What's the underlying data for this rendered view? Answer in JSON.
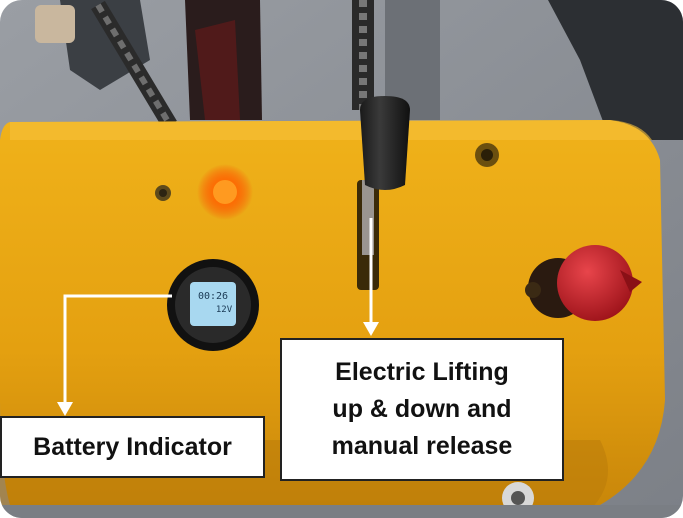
{
  "photo": {
    "subject": "pallet-truck-control-panel",
    "colors": {
      "panel_yellow": "#e8a713",
      "floor_grey": "#8d9198",
      "button_red": "#c8232b",
      "arrow_white": "#ffffff"
    }
  },
  "labels": {
    "battery_indicator": "Battery Indicator",
    "lift_line1": "Electric Lifting",
    "lift_line2": "up & down and",
    "lift_line3": "manual release"
  },
  "battery_display": {
    "line1": "00:26",
    "line2": "12V"
  }
}
